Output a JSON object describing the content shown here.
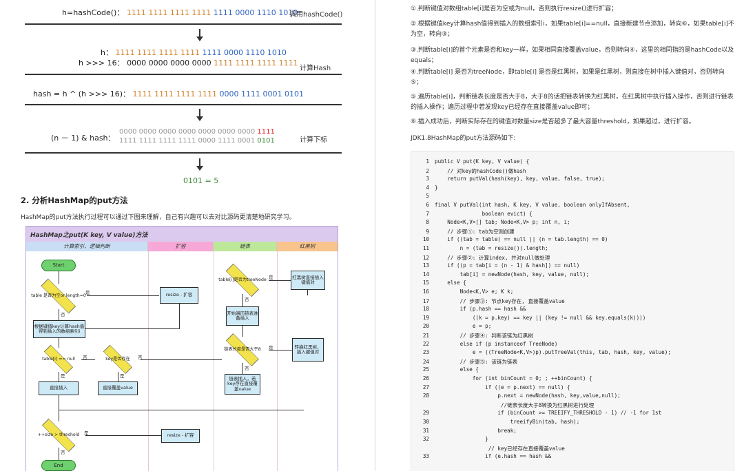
{
  "left": {
    "hash": {
      "row1_label": "h=hashCode()：",
      "row1_bits_a": "1111 1111 1111 1111",
      "row1_bits_b": "1111 0000 1110 1010",
      "row1_note": "调用hashCode()",
      "row2_label": "h：",
      "row2_bits_a": "1111 1111 1111 1111",
      "row2_bits_b": "1111 0000 1110 1010",
      "row3_label": "h >>> 16：",
      "row3_bits_a": "0000 0000 0000 0000",
      "row3_bits_b": "1111 1111 1111 1111",
      "compute_note": "计算Hash",
      "row4_label": "hash = h ^ (h >>> 16)：",
      "row4_bits_a": "1111 1111 1111 1111",
      "row4_bits_b": "0000 1111 0001 0101",
      "row5_label": "(n － 1) & hash：",
      "row5_top_a": "0000 0000 0000 0000 0000 0000 0000",
      "row5_top_b": "1111",
      "row5_bot_a": "1111 1111 1111 1111 0000 1111 0001",
      "row5_bot_b": "0101",
      "index_note": "计算下标",
      "result": "0101 = 5"
    },
    "section_title": "2. 分析HashMap的put方法",
    "section_text": "HashMap的put方法执行过程可以通过下图来理解，自己有兴趣可以去对比源码更清楚地研究学习。",
    "flowchart": {
      "title": "HashMap之put(K key, V value)方法",
      "lanes": [
        "计算索引、逻辑判断",
        "扩容",
        "链表",
        "红黑树"
      ],
      "start": "Start",
      "d_table_empty": "table 是否为空or length=0",
      "resize1": "resize - 扩容",
      "calc_index": "根据键值key计算hash值得到插入的数组索引i",
      "d_table_i_null": "table[i] == null",
      "d_key_exists": "key是否存在",
      "direct_insert": "直接插入",
      "overwrite": "直接覆盖value",
      "d_treenode": "table[i]是否为treeNode",
      "rbtree_insert": "红黑树直接插入键值对",
      "traverse": "开始遍历链表准备插入",
      "d_len8": "链表长度是否大于8",
      "to_rbtree": "转换红黑树，插入键值对",
      "list_insert": "链表插入，若key存在直接覆盖value",
      "d_size": "++size > threshold",
      "resize2": "resize - 扩容",
      "end": "End",
      "yes": "是",
      "no": "否"
    }
  },
  "right": {
    "steps": [
      "①.判断键值对数组table[i]是否为空或为null，否则执行resize()进行扩容；",
      "②.根据键值key计算hash值得到插入的数组索引i，如果table[i]==null，直接新建节点添加，转向⑥，如果table[i]不为空，转向③；",
      "③.判断table[i]的首个元素是否和key一样，如果相同直接覆盖value，否则转向④，这里的相同指的是hashCode以及equals；",
      "④.判断table[i] 是否为treeNode，即table[i] 是否是红黑树，如果是红黑树，则直接在树中插入键值对，否则转向⑤；",
      "⑤.遍历table[i]，判断链表长度是否大于8，大于8的话把链表转换为红黑树，在红黑树中执行插入操作，否则进行链表的插入操作；遍历过程中若发现key已经存在直接覆盖value即可；",
      "⑥.插入成功后，判断实际存在的键值对数量size是否超多了最大容量threshold，如果超过，进行扩容。"
    ],
    "code_intro": "JDK1.8HashMap的put方法源码如下:",
    "code": [
      {
        "n": "1",
        "t": "public V put(K key, V value) {"
      },
      {
        "n": "2",
        "t": "    // 对key的hashCode()做hash"
      },
      {
        "n": "3",
        "t": "    return putVal(hash(key), key, value, false, true);"
      },
      {
        "n": "4",
        "t": "}"
      },
      {
        "n": "5",
        "t": ""
      },
      {
        "n": "6",
        "t": "final V putVal(int hash, K key, V value, boolean onlyIfAbsent,"
      },
      {
        "n": "7",
        "t": "               boolean evict) {"
      },
      {
        "n": "8",
        "t": "    Node<K,V>[] tab; Node<K,V> p; int n, i;"
      },
      {
        "n": "9",
        "t": "    // 步骤①: tab为空则创建"
      },
      {
        "n": "10",
        "t": "    if ((tab = table) == null || (n = tab.length) == 0)"
      },
      {
        "n": "11",
        "t": "        n = (tab = resize()).length;"
      },
      {
        "n": "12",
        "t": "    // 步骤②: 计算index, 并对null做处理"
      },
      {
        "n": "13",
        "t": "    if ((p = tab[i = (n - 1) & hash]) == null)"
      },
      {
        "n": "14",
        "t": "        tab[i] = newNode(hash, key, value, null);"
      },
      {
        "n": "15",
        "t": "    else {"
      },
      {
        "n": "16",
        "t": "        Node<K,V> e; K k;"
      },
      {
        "n": "17",
        "t": "        // 步骤③: 节点key存在, 直接覆盖value"
      },
      {
        "n": "18",
        "t": "        if (p.hash == hash &&"
      },
      {
        "n": "19",
        "t": "            ((k = p.key) == key || (key != null && key.equals(k))))"
      },
      {
        "n": "20",
        "t": "            e = p;"
      },
      {
        "n": "21",
        "t": "        // 步骤④: 判断该链为红黑树"
      },
      {
        "n": "22",
        "t": "        else if (p instanceof TreeNode)"
      },
      {
        "n": "23",
        "t": "            e = ((TreeNode<K,V>)p).putTreeVal(this, tab, hash, key, value);"
      },
      {
        "n": "24",
        "t": "        // 步骤⑤: 该链为链表"
      },
      {
        "n": "25",
        "t": "        else {"
      },
      {
        "n": "26",
        "t": "            for (int binCount = 0; ; ++binCount) {"
      },
      {
        "n": "27",
        "t": "                if ((e = p.next) == null) {"
      },
      {
        "n": "28",
        "t": "                    p.next = newNode(hash, key,value,null);"
      },
      {
        "n": "",
        "t": "                     //链表长度大于8转换为红黑树进行处理"
      },
      {
        "n": "29",
        "t": "                    if (binCount >= TREEIFY_THRESHOLD - 1) // -1 for 1st"
      },
      {
        "n": "30",
        "t": "                        treeifyBin(tab, hash);"
      },
      {
        "n": "31",
        "t": "                    break;"
      },
      {
        "n": "32",
        "t": "                }"
      },
      {
        "n": "",
        "t": "                 // key已经存在直接覆盖value"
      },
      {
        "n": "33",
        "t": "                if (e.hash == hash &&"
      }
    ]
  }
}
